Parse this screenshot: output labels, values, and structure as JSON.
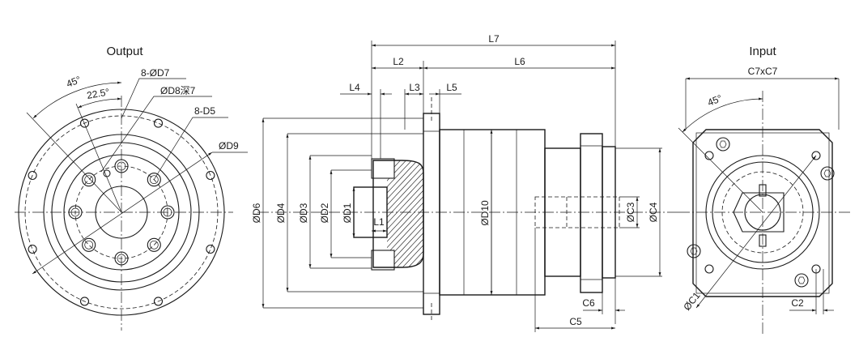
{
  "output_view": {
    "title": "Output",
    "labels": {
      "angle_45": "45°",
      "angle_22_5": "22.5°",
      "holes_d7": "8-ØD7",
      "holes_d8": "ØD8深7",
      "holes_d5": "8-D5",
      "dia_d9": "ØD9"
    }
  },
  "side_view": {
    "labels": {
      "L7": "L7",
      "L2": "L2",
      "L6": "L6",
      "L4": "L4",
      "L3": "L3",
      "L5": "L5",
      "L1": "L1",
      "D6": "ØD6",
      "D4": "ØD4",
      "D3": "ØD3",
      "D2": "ØD2",
      "D1": "ØD1",
      "D10": "ØD10",
      "C3": "ØC3",
      "C4": "ØC4",
      "C6": "C6",
      "C5": "C5"
    }
  },
  "input_view": {
    "title": "Input",
    "labels": {
      "C7xC7": "C7xC7",
      "angle_45": "45°",
      "C1": "ØC1",
      "C2": "C2"
    }
  }
}
